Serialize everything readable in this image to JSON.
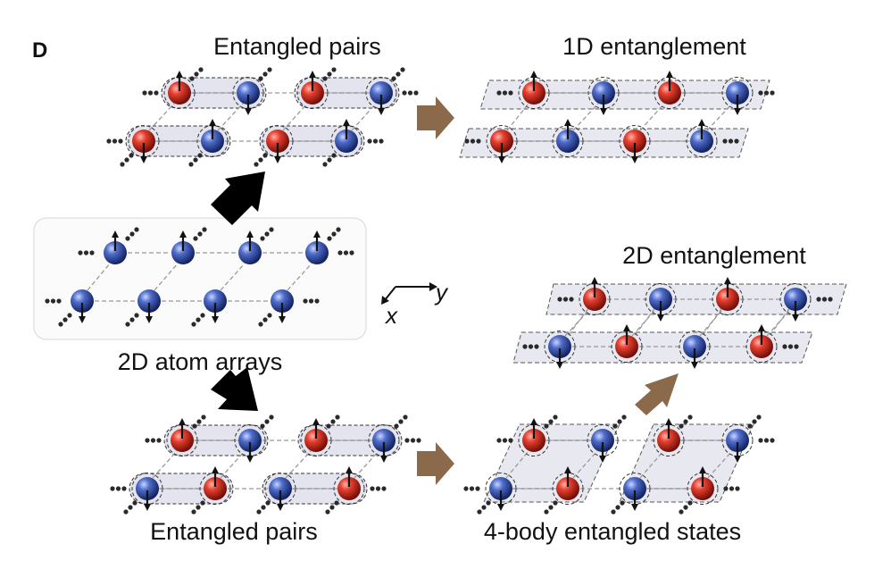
{
  "panel_letter": "D",
  "labels": {
    "top_left": "Entangled pairs",
    "top_right": "1D entanglement",
    "middle": "2D atom arrays",
    "mid_right": "2D entanglement",
    "bottom_left": "Entangled pairs",
    "bottom_right": "4-body entangled states"
  },
  "axes": {
    "y": "y",
    "x": "x"
  },
  "colors": {
    "red_atom": "#c62828",
    "blue_atom": "#2f4aa0",
    "transition_arrow": "#8b6a4c",
    "primary_arrow": "#000000",
    "entangled_plane": "#e4e4ef",
    "dashed_lines": "#999999"
  },
  "atom_order": {
    "top_left": {
      "row1": [
        "red",
        "blue",
        "red",
        "blue"
      ],
      "row2": [
        "red",
        "blue",
        "red",
        "blue"
      ]
    },
    "top_right": {
      "row1": [
        "red",
        "blue",
        "red",
        "blue"
      ],
      "row2": [
        "red",
        "blue",
        "red",
        "blue"
      ]
    },
    "middle": {
      "row1": [
        "blue",
        "blue",
        "blue",
        "blue"
      ],
      "row2": [
        "blue",
        "blue",
        "blue",
        "blue"
      ]
    },
    "mid_right": {
      "row1": [
        "red",
        "blue",
        "red",
        "blue"
      ],
      "row2": [
        "blue",
        "red",
        "blue",
        "red"
      ]
    },
    "bottom_left": {
      "row1": [
        "red",
        "blue",
        "red",
        "blue"
      ],
      "row2": [
        "blue",
        "red",
        "blue",
        "red"
      ]
    },
    "bottom_right": {
      "row1": [
        "red",
        "blue",
        "red",
        "blue"
      ],
      "row2": [
        "blue",
        "red",
        "blue",
        "red"
      ]
    }
  }
}
